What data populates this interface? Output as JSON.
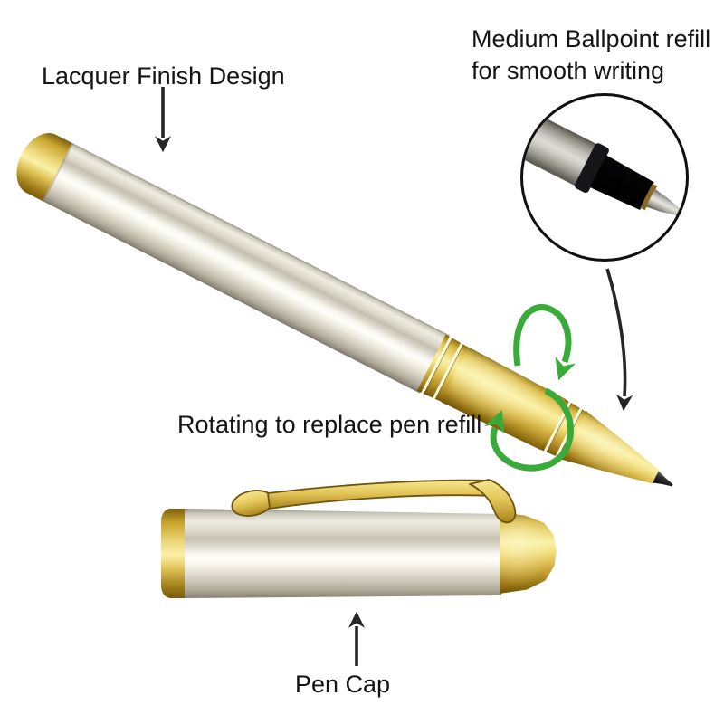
{
  "figure": {
    "type": "annotated-product-diagram",
    "subject": "gold and pearl lacquer ballpoint pen",
    "background": "#ffffff",
    "labels": {
      "lacquer": "Lacquer Finish Design",
      "refill_line1": "Medium Ballpoint refill",
      "refill_line2": "for smooth writing",
      "rotating": "Rotating to replace pen refill",
      "pen_cap": "Pen Cap"
    },
    "annotations": [
      "straight black arrow pointing down to pen barrel",
      "curved black arrow from magnifier circle to pen tip",
      "green rotation arrows circling the gold grip section",
      "straight black arrow pointing up to the pen cap"
    ],
    "inset": {
      "shape": "circle",
      "content": "magnified medium ballpoint refill tip"
    },
    "colors": {
      "gold": "#d9b63e",
      "gold_highlight": "#f9f0a4",
      "gold_dark": "#7a5c10",
      "silver_body": "#f1eee6",
      "silver_shadow": "#8e897a",
      "green_arrow": "#3aab3a",
      "black_arrow": "#262626",
      "ink_tip": "#111111"
    }
  }
}
